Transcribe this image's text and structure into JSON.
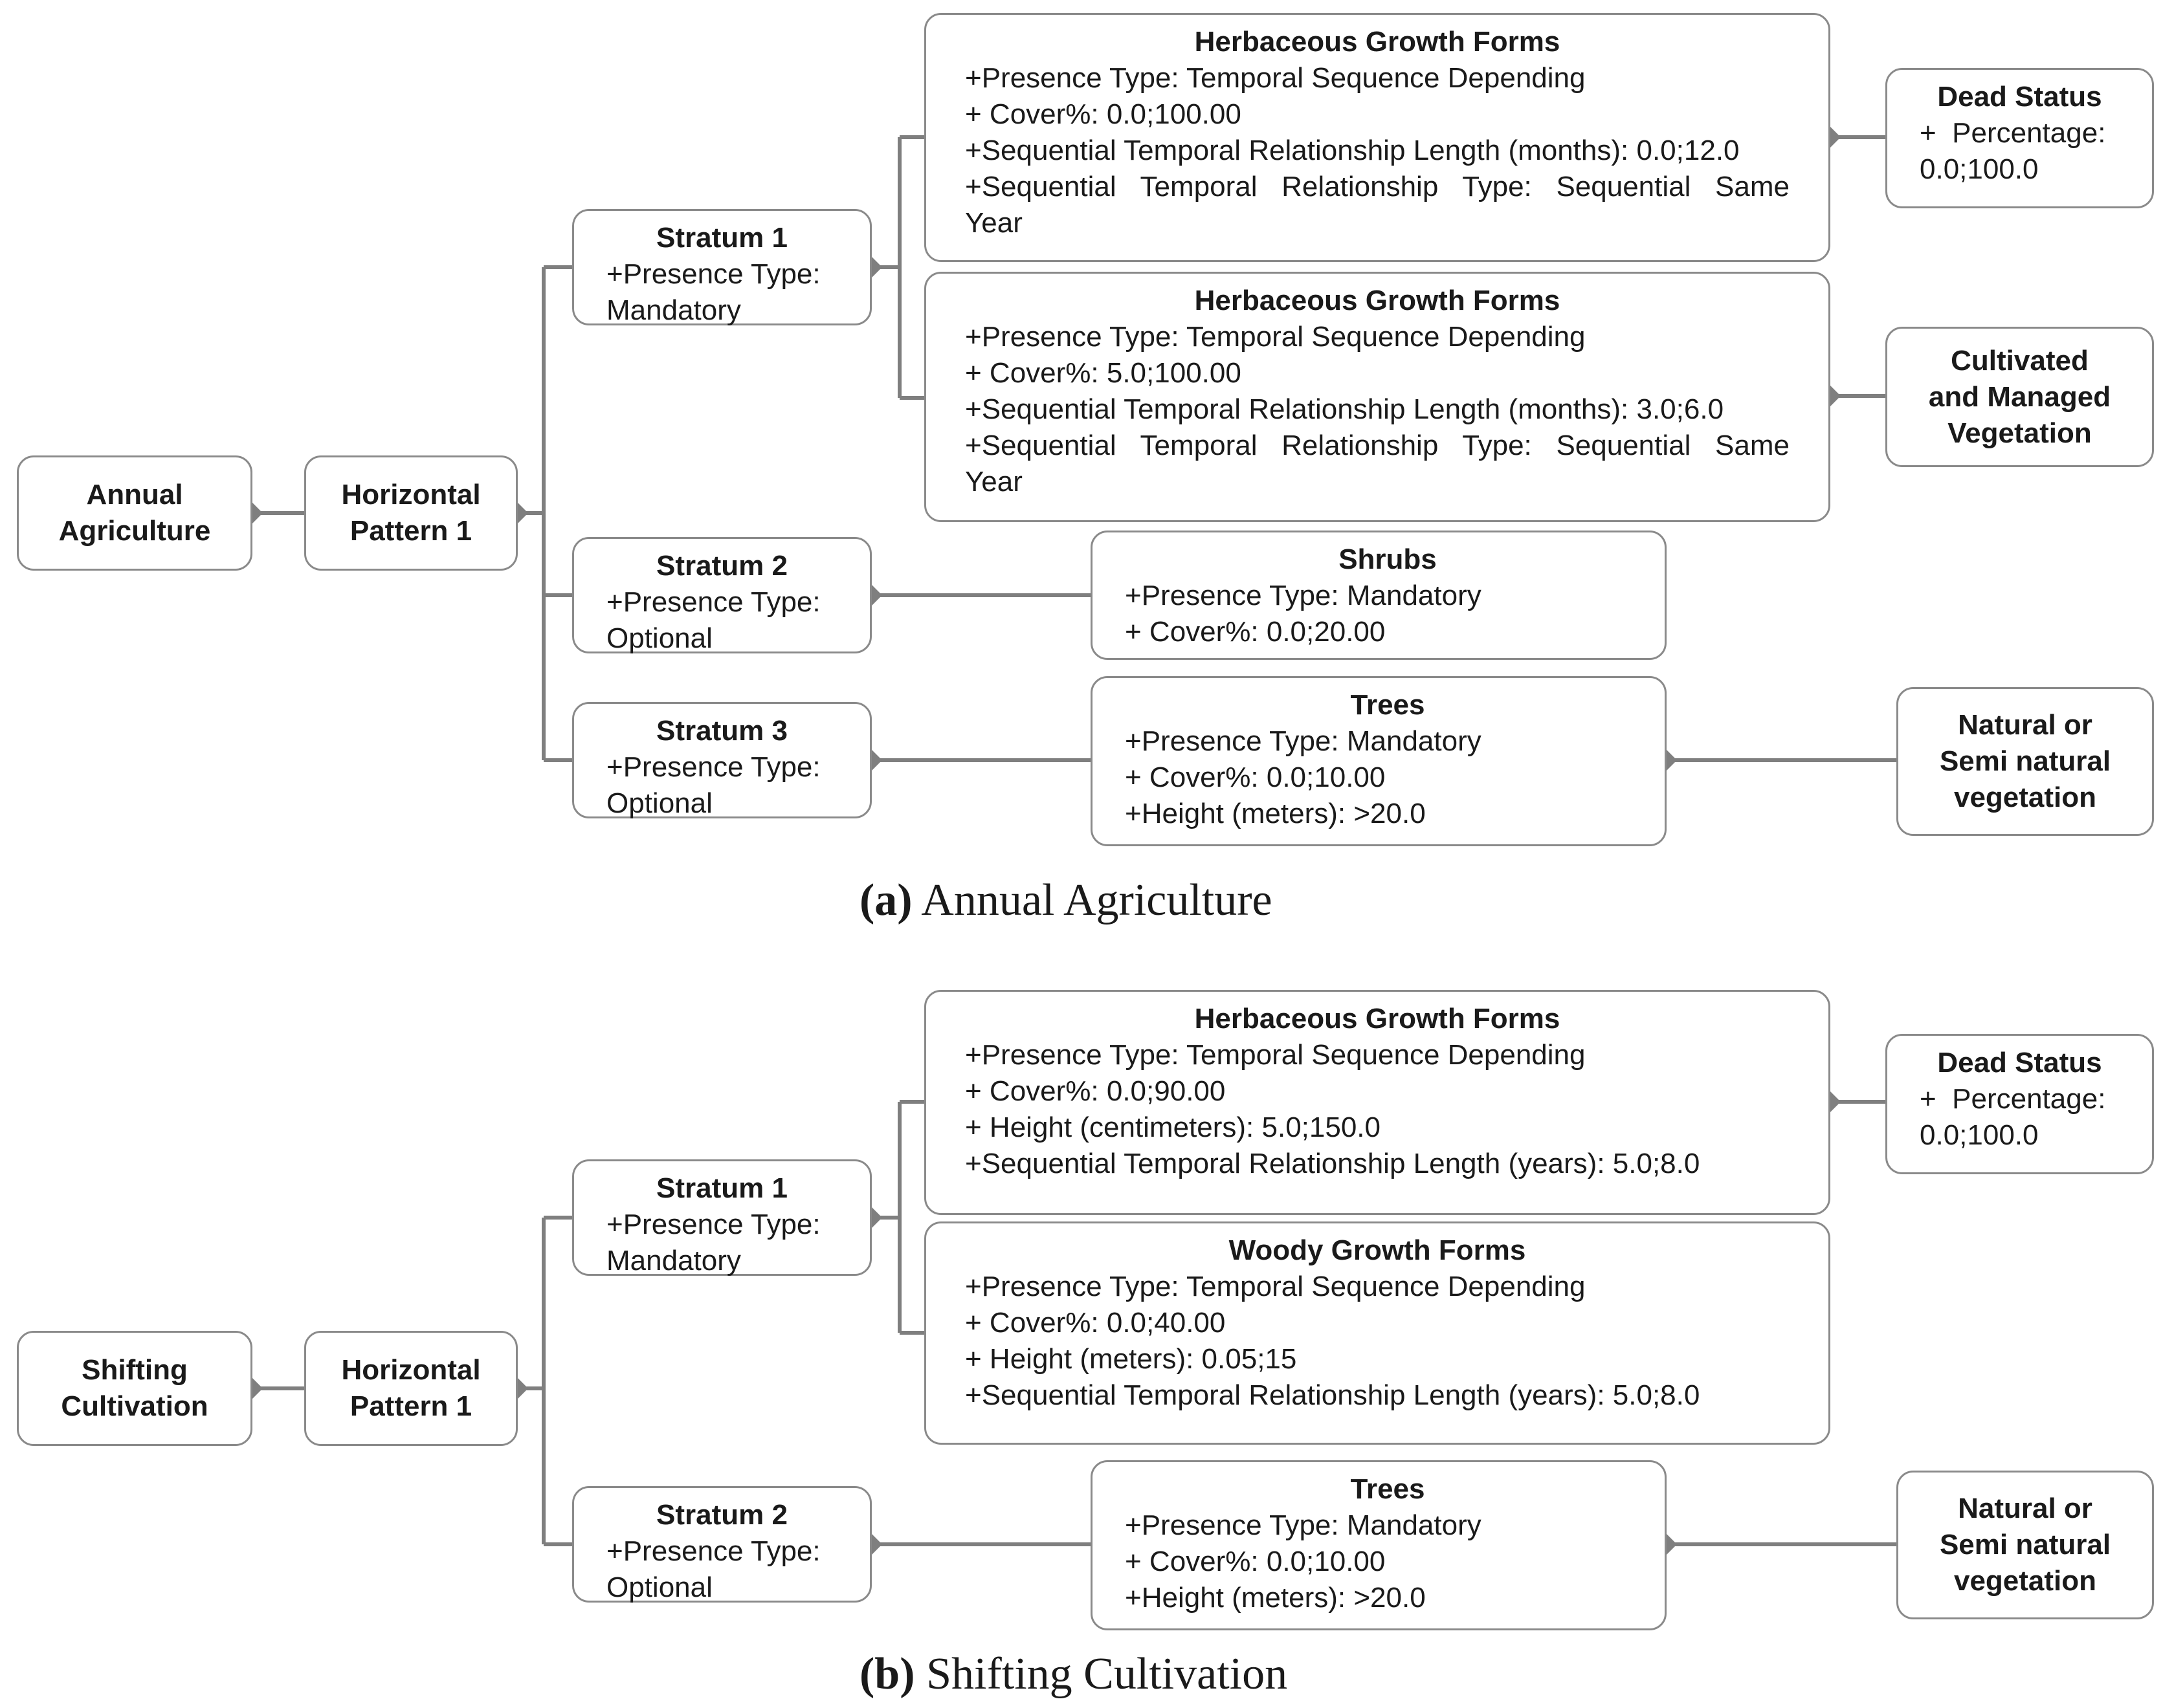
{
  "colors": {
    "connector": "#7f7f7f",
    "border": "#8a8a8a",
    "text": "#1a1a1a"
  },
  "panel_a": {
    "caption_label": "(a)",
    "caption_text": "Annual Agriculture",
    "root": [
      "Annual",
      "Agriculture"
    ],
    "pattern": [
      "Horizontal",
      "Pattern 1"
    ],
    "stratum1": {
      "title": "Stratum 1",
      "lines": [
        "+Presence Type:",
        "Mandatory"
      ]
    },
    "stratum2": {
      "title": "Stratum 2",
      "lines": [
        "+Presence Type:",
        "Optional"
      ]
    },
    "stratum3": {
      "title": "Stratum 3",
      "lines": [
        "+Presence Type:",
        "Optional"
      ]
    },
    "herb1": {
      "title": "Herbaceous Growth Forms",
      "lines": [
        "+Presence Type: Temporal Sequence Depending",
        "+ Cover%: 0.0;100.00",
        "+Sequential Temporal Relationship Length (months): 0.0;12.0",
        "+Sequential Temporal Relationship Type: Sequential Same",
        "Year"
      ]
    },
    "herb2": {
      "title": "Herbaceous Growth Forms",
      "lines": [
        "+Presence Type: Temporal Sequence Depending",
        "+ Cover%: 5.0;100.00",
        "+Sequential Temporal Relationship Length (months): 3.0;6.0",
        "+Sequential Temporal Relationship Type: Sequential Same",
        "Year"
      ]
    },
    "shrubs": {
      "title": "Shrubs",
      "lines": [
        "+Presence Type: Mandatory",
        "+ Cover%: 0.0;20.00"
      ]
    },
    "trees": {
      "title": "Trees",
      "lines": [
        "+Presence Type: Mandatory",
        "+ Cover%: 0.0;10.00",
        "+Height (meters): >20.0"
      ]
    },
    "dead": {
      "title": "Dead Status",
      "lines": [
        "+  Percentage:",
        "0.0;100.0"
      ]
    },
    "cultivated": [
      "Cultivated",
      "and Managed",
      "Vegetation"
    ],
    "natural": [
      "Natural or",
      "Semi natural",
      "vegetation"
    ]
  },
  "panel_b": {
    "caption_label": "(b)",
    "caption_text": "Shifting Cultivation",
    "root": [
      "Shifting",
      "Cultivation"
    ],
    "pattern": [
      "Horizontal",
      "Pattern 1"
    ],
    "stratum1": {
      "title": "Stratum 1",
      "lines": [
        "+Presence Type:",
        "Mandatory"
      ]
    },
    "stratum2": {
      "title": "Stratum 2",
      "lines": [
        "+Presence Type:",
        "Optional"
      ]
    },
    "herb": {
      "title": "Herbaceous Growth Forms",
      "lines": [
        "+Presence Type: Temporal Sequence Depending",
        "+ Cover%: 0.0;90.00",
        "+ Height (centimeters): 5.0;150.0",
        "+Sequential Temporal Relationship Length (years): 5.0;8.0"
      ]
    },
    "woody": {
      "title": "Woody Growth Forms",
      "lines": [
        "+Presence Type: Temporal Sequence Depending",
        "+ Cover%: 0.0;40.00",
        "+ Height (meters): 0.05;15",
        "+Sequential Temporal Relationship Length (years): 5.0;8.0"
      ]
    },
    "trees": {
      "title": "Trees",
      "lines": [
        "+Presence Type: Mandatory",
        "+ Cover%: 0.0;10.00",
        "+Height (meters): >20.0"
      ]
    },
    "dead": {
      "title": "Dead Status",
      "lines": [
        "+  Percentage:",
        "0.0;100.0"
      ]
    },
    "natural": [
      "Natural or",
      "Semi natural",
      "vegetation"
    ]
  }
}
